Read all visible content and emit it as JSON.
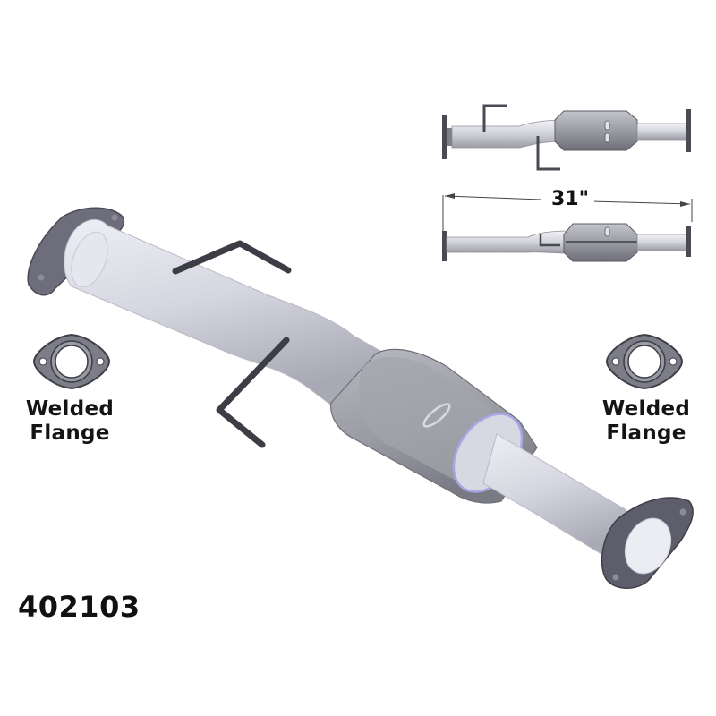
{
  "product": {
    "part_number": "402103",
    "dimension_label": "31\""
  },
  "callouts": {
    "left": {
      "line1": "Welded",
      "line2": "Flange",
      "icon": "flange-icon"
    },
    "right": {
      "line1": "Welded",
      "line2": "Flange",
      "icon": "flange-icon"
    }
  },
  "views": {
    "main": "isometric-view",
    "top": "side-view-top",
    "bottom": "side-view-bottom"
  },
  "colors": {
    "pipe": "#d9d9e3",
    "pipe_shade": "#b4b4c2",
    "converter": "#a3a3ab",
    "converter_dark": "#85858e",
    "flange": "#6d6d78",
    "hanger": "#3d3d46",
    "text": "#141414"
  }
}
